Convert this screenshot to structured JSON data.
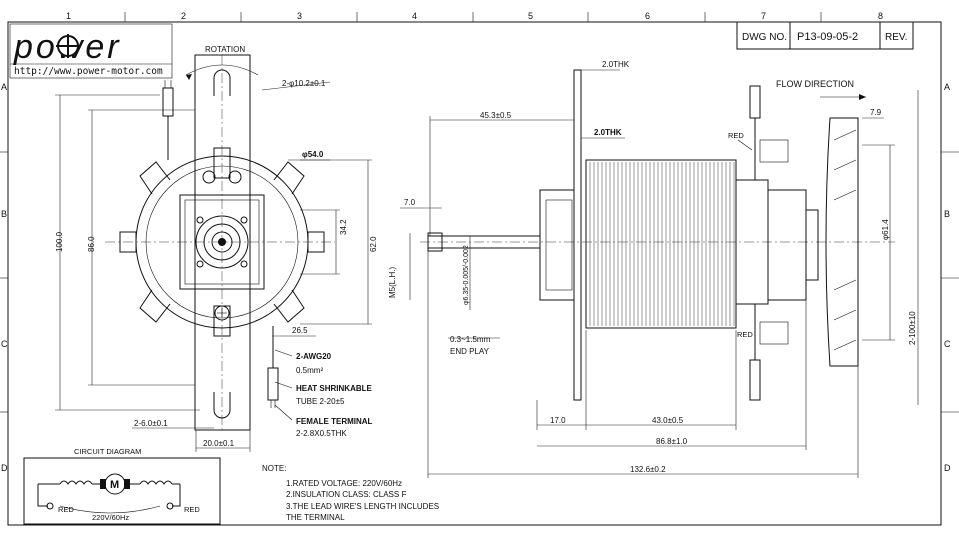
{
  "title_block": {
    "dwg_no_label": "DWG NO.",
    "dwg_no": "P13-09-05-2",
    "rev_label": "REV."
  },
  "logo": {
    "text": "power",
    "url": "http://www.power-motor.com"
  },
  "grid": {
    "columns": [
      "1",
      "2",
      "3",
      "4",
      "5",
      "6",
      "7",
      "8"
    ],
    "rows": [
      "A",
      "B",
      "C",
      "D"
    ]
  },
  "front_view": {
    "rotation": "ROTATION",
    "dims": {
      "holes": "2-φ10.2±0.1",
      "dia54": "φ54.0",
      "d100": "100.0",
      "d86": "86.0",
      "d34": "34.2",
      "d62": "62.0",
      "d26": "26.5",
      "slot": "2-6.0±0.1",
      "d20": "20.0±0.1"
    },
    "leads": {
      "awg": "2-AWG20",
      "area": "0.5mm²",
      "heat1": "HEAT SHRINKABLE",
      "heat2": "TUBE 2-20±5",
      "fem1": "FEMALE TERMINAL",
      "fem2": "2-2.8X0.5THK"
    }
  },
  "side_view": {
    "flow": "FLOW DIRECTION",
    "dims": {
      "thk_top": "2.0THK",
      "d45": "45.3±0.5",
      "thk2": "2.0THK",
      "red_top": "RED",
      "d7_9": "7.9",
      "dia61": "φ61.4",
      "d7_0": "7.0",
      "m5": "M5(L.H.)",
      "shaft": "φ6.35-0.005/-0.002",
      "endplay1": "0.3~1.5mm",
      "endplay2": "END PLAY",
      "red_bot": "RED",
      "d100tol": "2-100±10",
      "d17": "17.0",
      "d43": "43.0±0.5",
      "d86_8": "86.8±1.0",
      "d132": "132.6±0.2"
    }
  },
  "circuit": {
    "title": "CIRCUIT DIAGRAM",
    "motor": "M",
    "red_left": "RED",
    "red_right": "RED",
    "voltage": "220V/60Hz"
  },
  "notes": {
    "label": "NOTE:",
    "items": [
      "1.RATED VOLTAGE: 220V/60Hz",
      "2.INSULATION CLASS: CLASS F",
      "3.THE LEAD WIRE'S LENGTH INCLUDES",
      "THE TERMINAL"
    ]
  }
}
